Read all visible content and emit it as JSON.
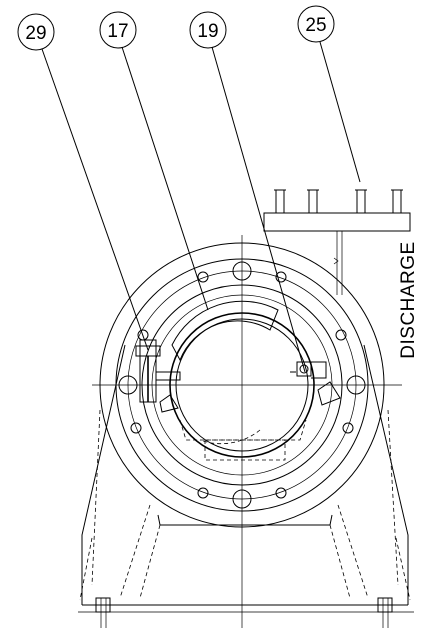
{
  "callouts": [
    {
      "id": "29",
      "label": "29"
    },
    {
      "id": "17",
      "label": "17"
    },
    {
      "id": "19",
      "label": "19"
    },
    {
      "id": "25",
      "label": "25"
    }
  ],
  "side_label": "DISCHARGE"
}
